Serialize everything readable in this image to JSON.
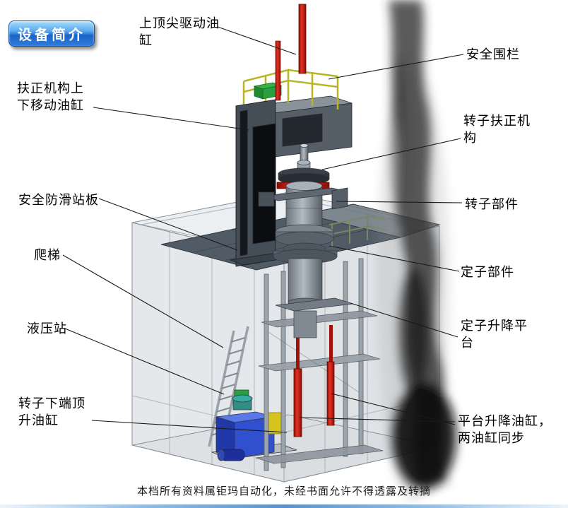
{
  "badge": {
    "label": "设备简介"
  },
  "labels": {
    "top_spindle_cylinder": "上顶尖驱动油\n缸",
    "safety_fence": "安全围栏",
    "centering_lift_cylinder": "扶正机构上\n下移动油缸",
    "rotor_centering_mechanism": "转子扶正机\n构",
    "antislip_deck": "安全防滑站板",
    "rotor_part": "转子部件",
    "ladder": "爬梯",
    "stator_part": "定子部件",
    "hydraulic_station": "液压站",
    "stator_lift_platform": "定子升降平\n台",
    "rotor_jack_cylinder": "转子下端顶\n升油缸",
    "platform_lift_cylinders": "平台升降油缸，\n两油缸同步"
  },
  "footer": {
    "text": "本档所有资料属钜玛自动化，未经书面允许不得透露及转摘"
  },
  "colors": {
    "badge_blue": "#2a70d8",
    "cylinder_red": "#cc1408",
    "railing_yellow": "#c8c431",
    "hydraulic_blue": "#2e4cc0",
    "deck_gray": "#515b66"
  }
}
